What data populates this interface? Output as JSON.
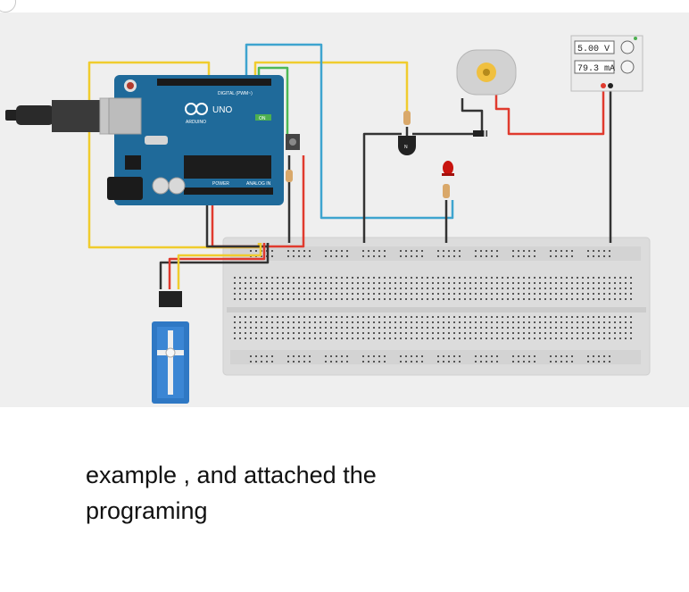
{
  "circuit": {
    "board": {
      "brand": "ARDUINO",
      "model": "UNO",
      "header_digital": "DIGITAL (PWM~)",
      "header_power": "POWER",
      "header_analog": "ANALOG IN",
      "on_label": "ON"
    },
    "power_supply": {
      "voltage": "5.00 V",
      "current": "79.3 mA"
    },
    "transistor": {
      "label": "N"
    },
    "colors": {
      "board": "#1f6a9a",
      "wire_yellow": "#f0cc2e",
      "wire_blue": "#3ea4cf",
      "wire_green": "#4db856",
      "wire_red": "#e03a2e",
      "wire_black": "#333333",
      "breadboard": "#dedede",
      "led": "#c8140f",
      "servo": "#2f78c4"
    }
  },
  "caption": {
    "line1": "example , and attached the",
    "line2": "programing"
  }
}
